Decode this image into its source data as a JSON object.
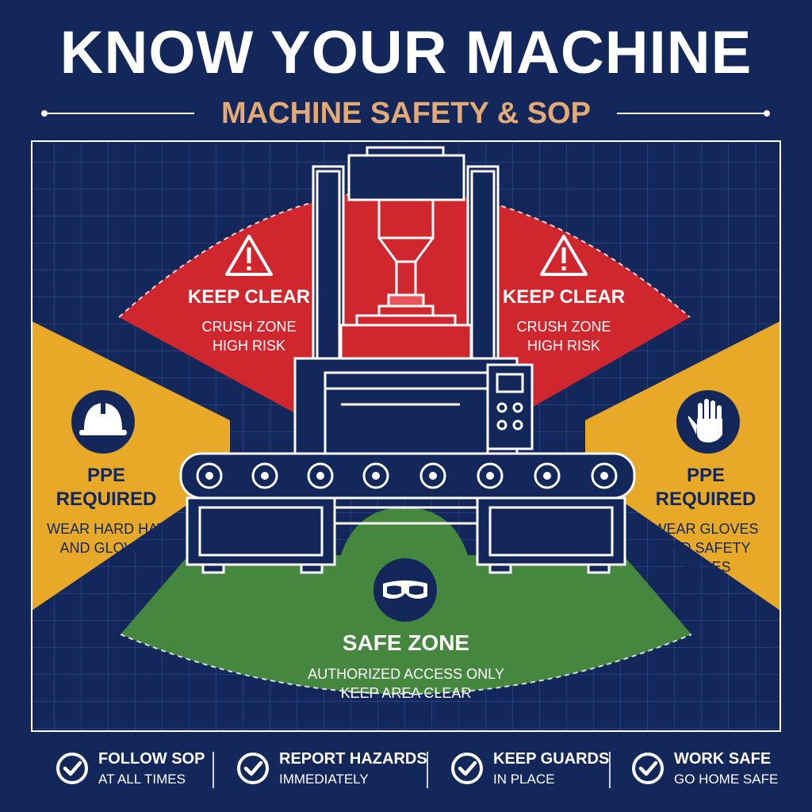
{
  "header": {
    "title": "KNOW YOUR MACHINE",
    "subtitle": "MACHINE SAFETY & SOP"
  },
  "zones": {
    "crush_left": {
      "heading": "KEEP CLEAR",
      "line1": "CRUSH ZONE",
      "line2": "HIGH RISK",
      "icon": "warning-triangle-icon"
    },
    "crush_right": {
      "heading": "KEEP CLEAR",
      "line1": "CRUSH ZONE",
      "line2": "HIGH RISK",
      "icon": "warning-triangle-icon"
    },
    "ppe_left": {
      "heading": "PPE REQUIRED",
      "line1": "WEAR HARD HAT",
      "line2": "AND GLOVES",
      "icon": "hard-hat-icon"
    },
    "ppe_right": {
      "heading": "PPE REQUIRED",
      "line1": "WEAR GLOVES",
      "line2": "AND SAFETY SHOES",
      "icon": "glove-icon"
    },
    "safe": {
      "heading": "SAFE ZONE",
      "line1": "AUTHORIZED ACCESS ONLY",
      "line2": "KEEP AREA CLEAR",
      "icon": "safety-goggles-icon"
    }
  },
  "footer": [
    {
      "line1": "FOLLOW SOP",
      "line2": "AT ALL TIMES"
    },
    {
      "line1": "REPORT HAZARDS",
      "line2": "IMMEDIATELY"
    },
    {
      "line1": "KEEP GUARDS",
      "line2": "IN PLACE"
    },
    {
      "line1": "WORK SAFE",
      "line2": "GO HOME SAFE"
    }
  ],
  "colors": {
    "background": "#13275a",
    "danger": "#d0262e",
    "caution": "#e8a929",
    "safe": "#46873f",
    "accent": "#e3aa77",
    "line": "#ffffff"
  }
}
